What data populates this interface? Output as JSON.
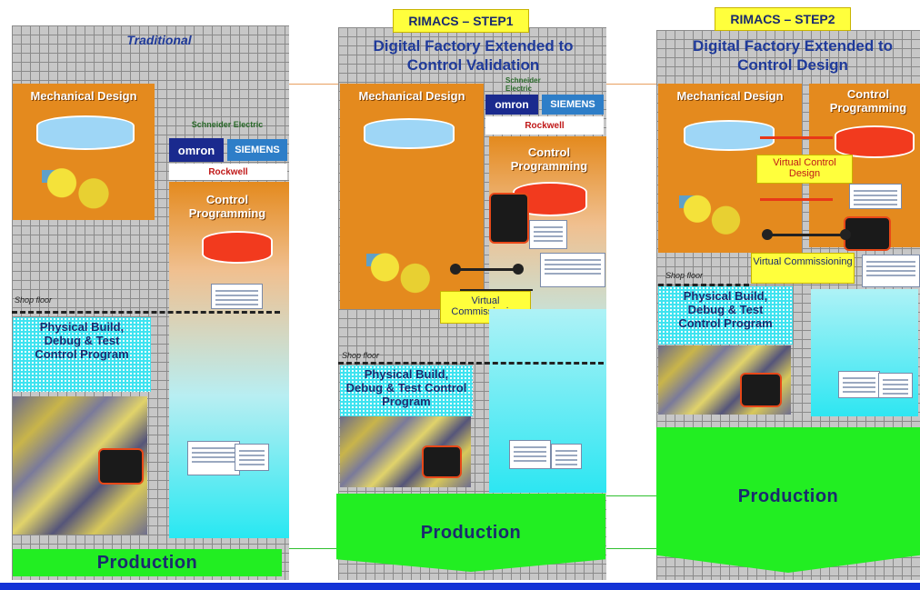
{
  "panel1": {
    "title": "Traditional",
    "mech_design": "Mechanical Design",
    "control_prog": "Control Programming",
    "shop_floor": "Shop floor",
    "physical_build": "Physical Build, Debug & Test Control Program",
    "production": "Production"
  },
  "panel2": {
    "badge": "RIMACS – STEP1",
    "title": "Digital Factory Extended to Control Validation",
    "mech_design": "Mechanical Design",
    "control_prog": "Control Programming",
    "virtual_comm": "Virtual Commissioning",
    "shop_floor": "Shop floor",
    "physical_build": "Physical Build, Debug & Test Control Program",
    "production": "Production"
  },
  "panel3": {
    "badge": "RIMACS – STEP2",
    "title": "Digital Factory Extended to Control Design",
    "mech_design": "Mechanical Design",
    "control_prog": "Control Programming",
    "virtual_design": "Virtual Control Design",
    "virtual_comm": "Virtual Commissioning",
    "shop_floor": "Shop floor",
    "physical_build": "Physical Build, Debug & Test Control Program",
    "production": "Production"
  },
  "logos": {
    "omron": "omron",
    "siemens": "SIEMENS",
    "schneider": "Schneider Electric",
    "rockwell": "Rockwell"
  },
  "colors": {
    "orange": "#e48a1e",
    "cyan": "#2ee6f2",
    "green": "#22ee22",
    "yellow": "#ffff3c",
    "navy": "#1a2a6e",
    "blue_bar": "#1433d6"
  }
}
